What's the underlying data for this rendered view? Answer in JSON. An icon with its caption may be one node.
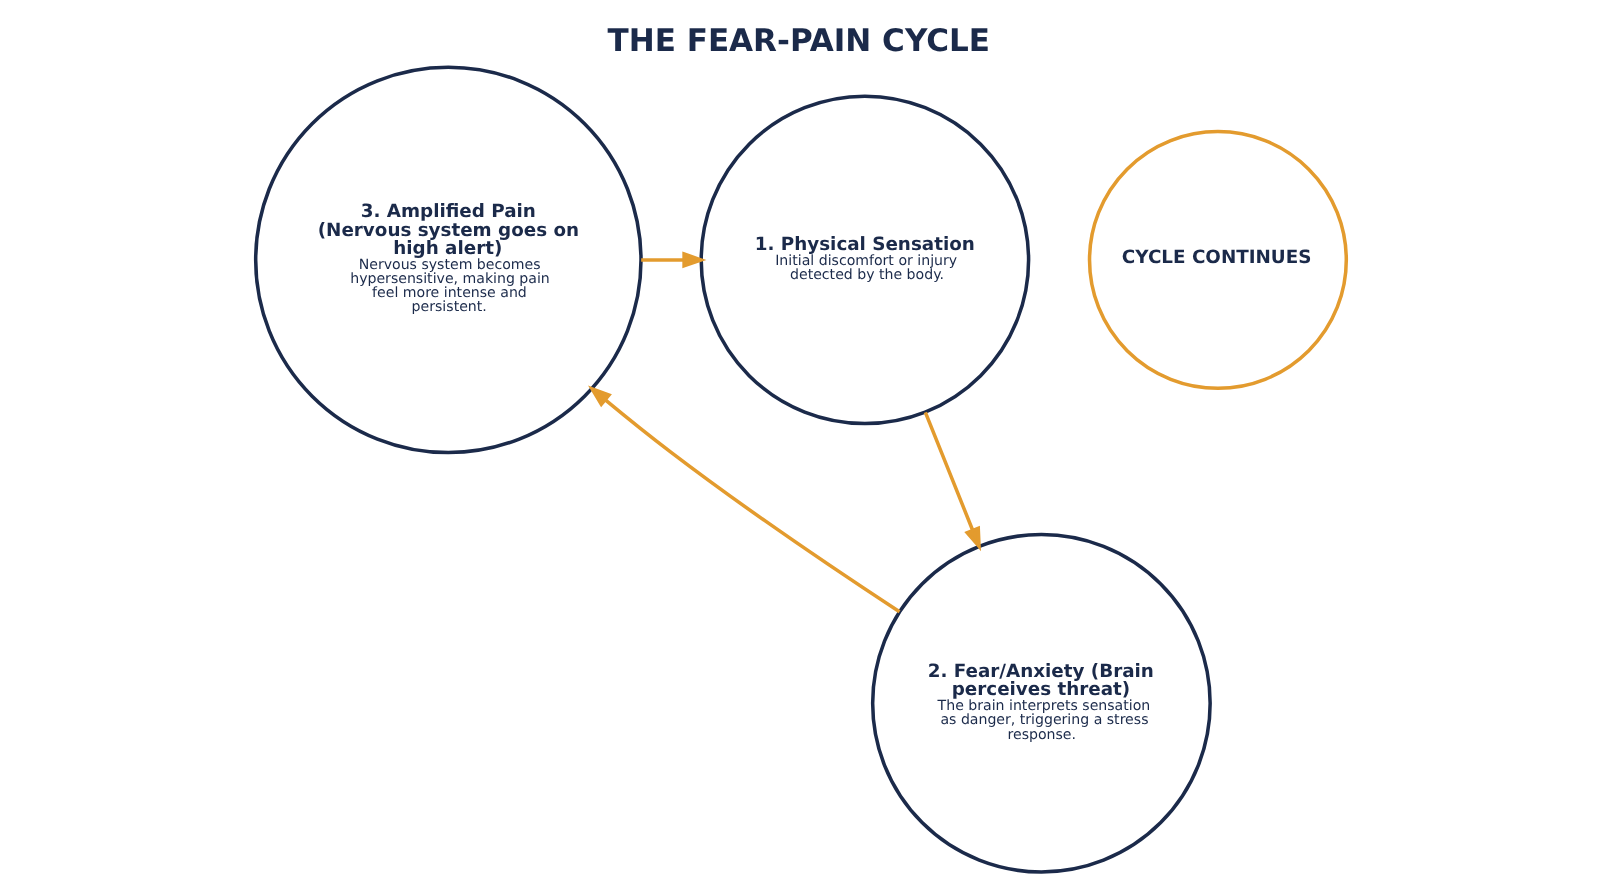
{
  "diagram": {
    "title": "THE FEAR-PAIN CYCLE",
    "nodes": [
      {
        "text": [
          "1. Physical Sensation",
          "Initial discomfort or injury detected by the body."
        ]
      },
      {
        "text": [
          "2. Fear/Anxiety (Brain perceives threat)",
          "The brain interprets sensation as danger, triggering a stress response."
        ]
      },
      {
        "text": [
          "3. Amplified Pain (Nervous system goes on high alert)",
          "Nervous system becomes hypersensitive, making pain feel more intense and persistent."
        ]
      },
      {
        "text": [
          "CYCLE CONTINUES"
        ]
      }
    ],
    "edges": [
      {
        "from": 2,
        "to": 0,
        "arrow": "to"
      },
      {
        "from": 0,
        "to": 1,
        "arrow": "to"
      },
      {
        "from": 1,
        "to": 2,
        "arrow": "to"
      }
    ]
  }
}
